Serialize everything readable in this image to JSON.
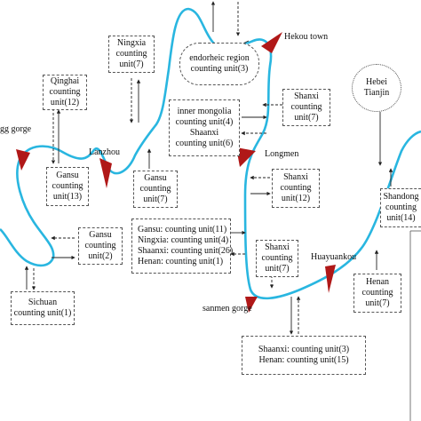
{
  "labels": {
    "gorge_left": "gg gorge",
    "lanzhou": "Lanzhou",
    "hekou_town": "Hekou town",
    "longmen": "Longmen",
    "huayuankou": "Huayuankou",
    "sanmen_gorge": "sanmen gorge"
  },
  "boxes": {
    "qinghai": [
      "Qinghai",
      "counting",
      "unit(12)"
    ],
    "ningxia": [
      "Ningxia",
      "counting",
      "unit(7)"
    ],
    "gansu_13": [
      "Gansu",
      "counting",
      "unit(13)"
    ],
    "gansu_7": [
      "Gansu",
      "counting",
      "unit(7)"
    ],
    "gansu_2": [
      "Gansu",
      "counting",
      "unit(2)"
    ],
    "sichuan": [
      "Sichuan",
      "counting unit(1)"
    ],
    "endorheic": [
      "endorheic region",
      "counting unit(3)"
    ],
    "inner_mongolia": [
      "inner mongolia",
      "counting unit(4)",
      "Shaanxi",
      "counting unit(6)"
    ],
    "shanxi_7_top": [
      "Shanxi",
      "counting",
      "unit(7)"
    ],
    "shanxi_12": [
      "Shanxi",
      "counting",
      "unit(12)"
    ],
    "multi_middle": [
      "Gansu: counting unit(11)",
      "Ningxia: counting unit(4)",
      "Shaanxi: counting unit(26)",
      "Henan: counting unit(1)"
    ],
    "shanxi_7_low": [
      "Shanxi",
      "counting",
      "unit(7)"
    ],
    "henan": [
      "Henan",
      "counting",
      "unit(7)"
    ],
    "hebei": [
      "Hebei",
      "Tianjin"
    ],
    "shandong": [
      "Shandong",
      "counting",
      "unit(14)"
    ],
    "shaanxi_henan": [
      "Shaanxi: counting unit(3)",
      "Henan: counting unit(15)"
    ]
  },
  "colors": {
    "river": "#29b6e0",
    "marker": "#b01818",
    "line": "#222222"
  }
}
